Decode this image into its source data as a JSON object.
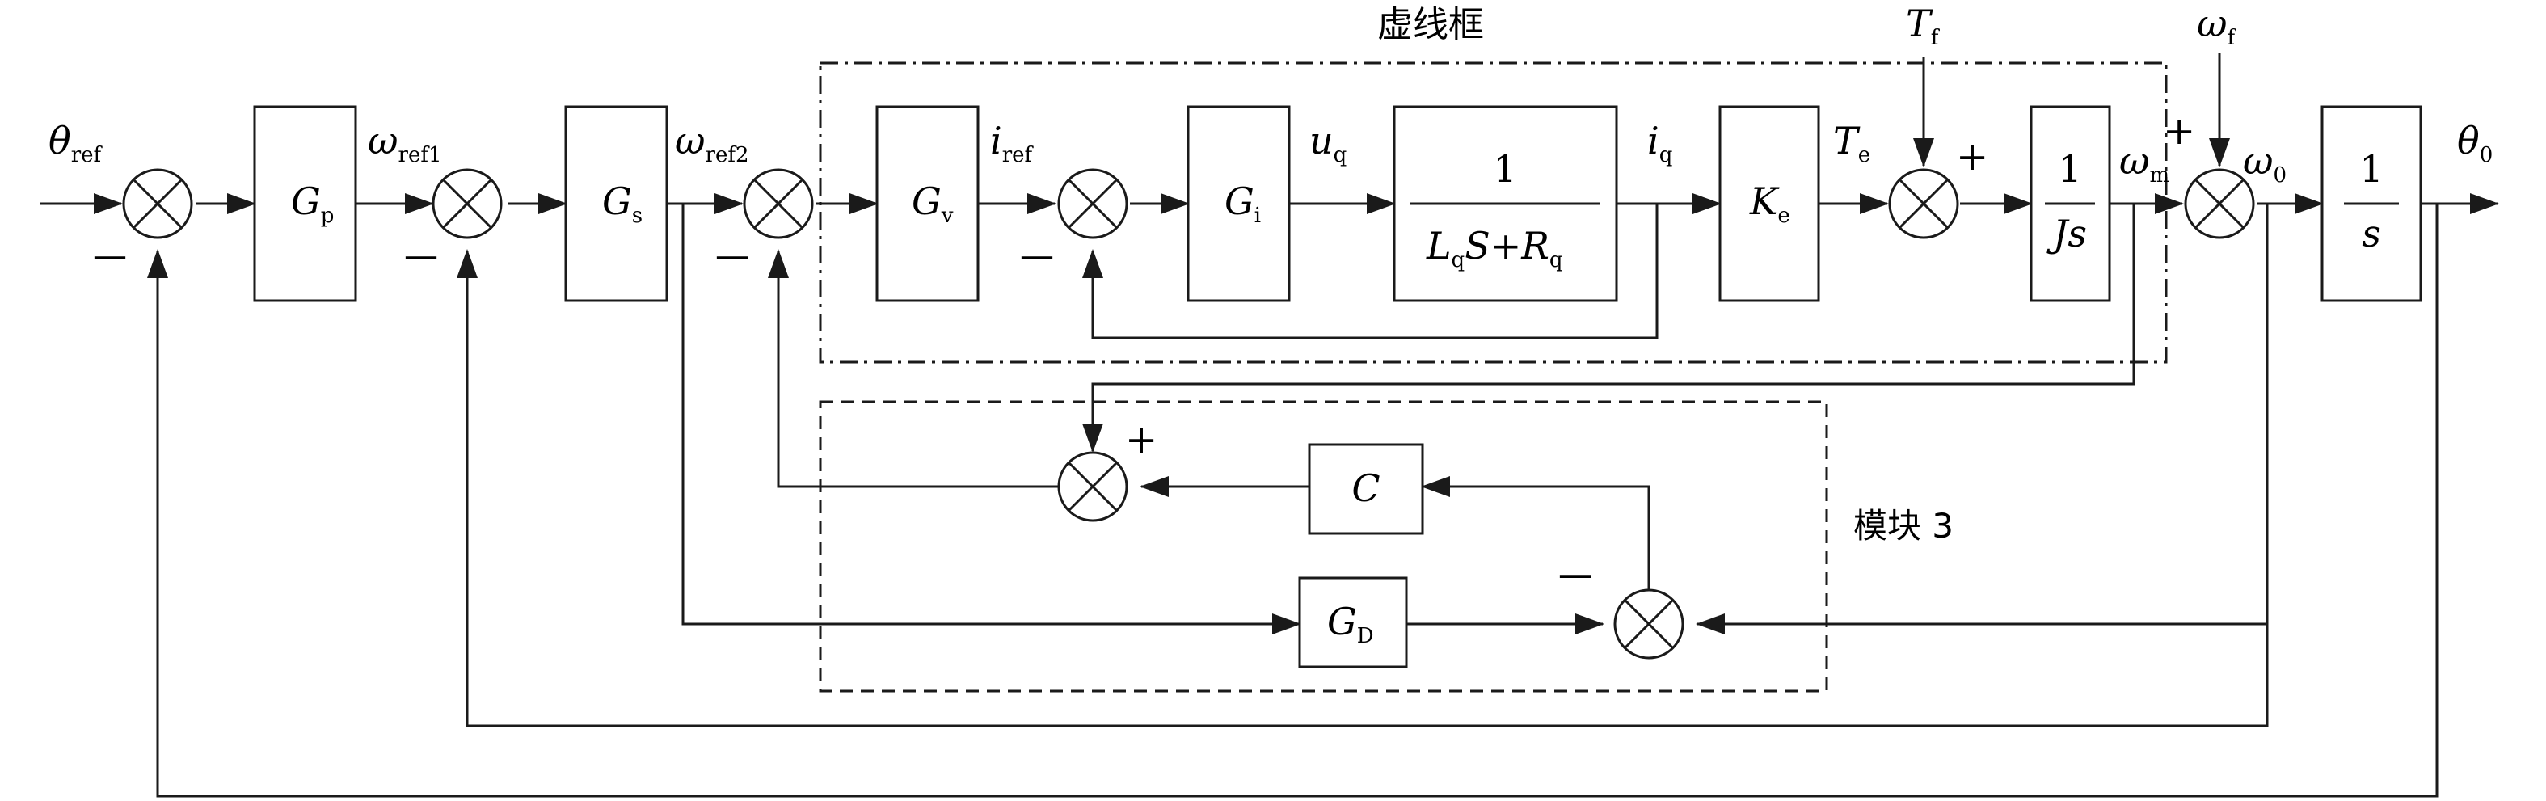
{
  "frames": {
    "outer_label": "虚线框",
    "inner_label": "模块 3"
  },
  "blocks": {
    "Gp": {
      "main": "G",
      "sub": "p"
    },
    "Gs": {
      "main": "G",
      "sub": "s"
    },
    "Gv": {
      "main": "G",
      "sub": "v"
    },
    "Gi": {
      "main": "G",
      "sub": "i"
    },
    "plant": {
      "num": "1",
      "den_a": "L",
      "den_a_sub": "q",
      "den_b": "S+",
      "den_c": "R",
      "den_c_sub": "q"
    },
    "Ke": {
      "main": "K",
      "sub": "e"
    },
    "Js": {
      "num": "1",
      "den": "Js"
    },
    "integ": {
      "num": "1",
      "den": "s"
    },
    "C": {
      "main": "C"
    },
    "GD": {
      "main": "G",
      "sub": "D"
    }
  },
  "signals": {
    "theta_ref": {
      "main": "θ",
      "sub": "ref"
    },
    "omega_ref1": {
      "main": "ω",
      "sub": "ref1"
    },
    "omega_ref2": {
      "main": "ω",
      "sub": "ref2"
    },
    "i_ref": {
      "main": "i",
      "sub": "ref"
    },
    "u_q": {
      "main": "u",
      "sub": "q"
    },
    "i_q": {
      "main": "i",
      "sub": "q"
    },
    "T_e": {
      "main": "T",
      "sub": "e"
    },
    "T_f": {
      "main": "T",
      "sub": "f"
    },
    "omega_f": {
      "main": "ω",
      "sub": "f"
    },
    "omega_m": {
      "main": "ω",
      "sub": "m"
    },
    "omega_0": {
      "main": "ω",
      "sub": "0"
    },
    "theta_0": {
      "main": "θ",
      "sub": "0"
    }
  },
  "signs": {
    "minus": "—",
    "plus": "+"
  }
}
